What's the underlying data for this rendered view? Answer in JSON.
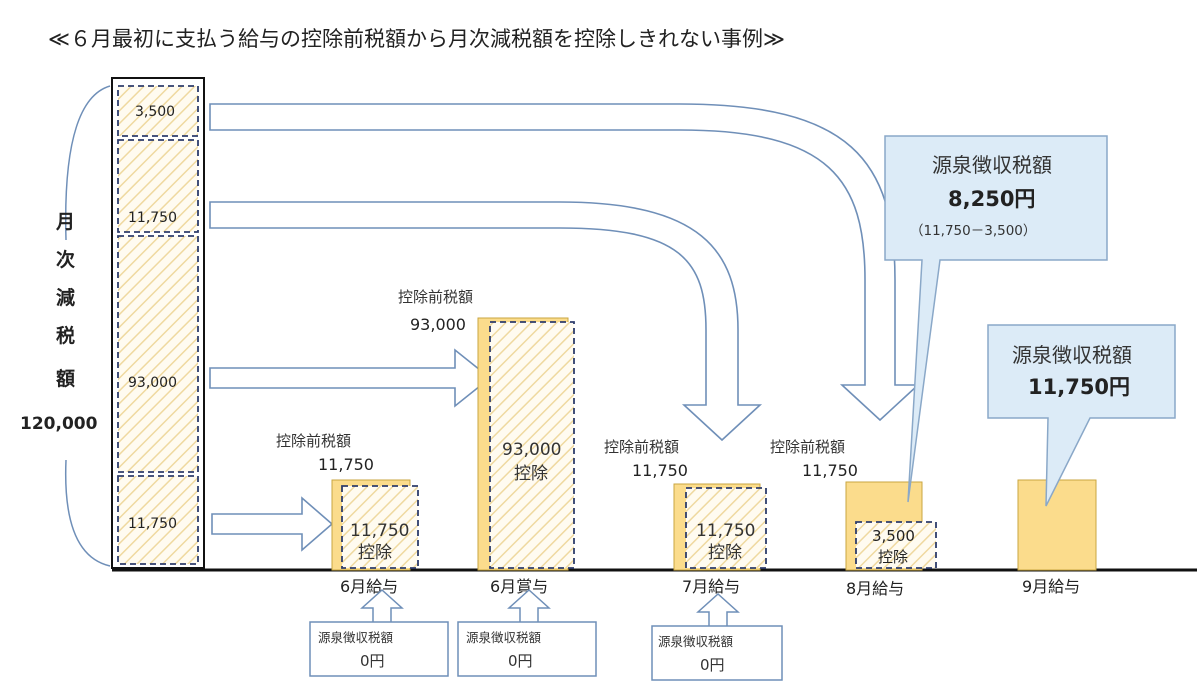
{
  "title": "≪６月最初に支払う給与の控除前税額から月次減税額を控除しきれない事例≫",
  "left_stack": {
    "label_chars": [
      "月",
      "次",
      "減",
      "税",
      "額"
    ],
    "total": "120,000",
    "segments": [
      "3,500",
      "11,750",
      "93,000",
      "11,750"
    ]
  },
  "pre_tax_label": "控除前税額",
  "deduct_label": "控除",
  "withholding_label": "源泉徴収税額",
  "periods": [
    {
      "month": "6月給与",
      "pre_tax": "11,750",
      "deducted": "11,750",
      "withheld": "0円"
    },
    {
      "month": "6月賞与",
      "pre_tax": "93,000",
      "deducted": "93,000",
      "withheld": "0円"
    },
    {
      "month": "7月給与",
      "pre_tax": "11,750",
      "deducted": "11,750",
      "withheld": "0円"
    },
    {
      "month": "8月給与",
      "pre_tax": "11,750",
      "deducted": "3,500"
    },
    {
      "month": "9月給与"
    }
  ],
  "callouts": [
    {
      "title": "源泉徴収税額",
      "amount": "8,250円",
      "calc": "（11,750－3,500）"
    },
    {
      "title": "源泉徴収税額",
      "amount": "11,750円"
    }
  ],
  "colors": {
    "bar_fill": "#fbdc8c",
    "bar_stroke": "#c9a640",
    "hatch": "#efd9a0",
    "dash": "#2e3d6b",
    "callout_fill": "#dcebf7",
    "callout_stroke": "#8aa8c8",
    "arrow_stroke": "#6f8fb8",
    "axis": "#111111"
  }
}
